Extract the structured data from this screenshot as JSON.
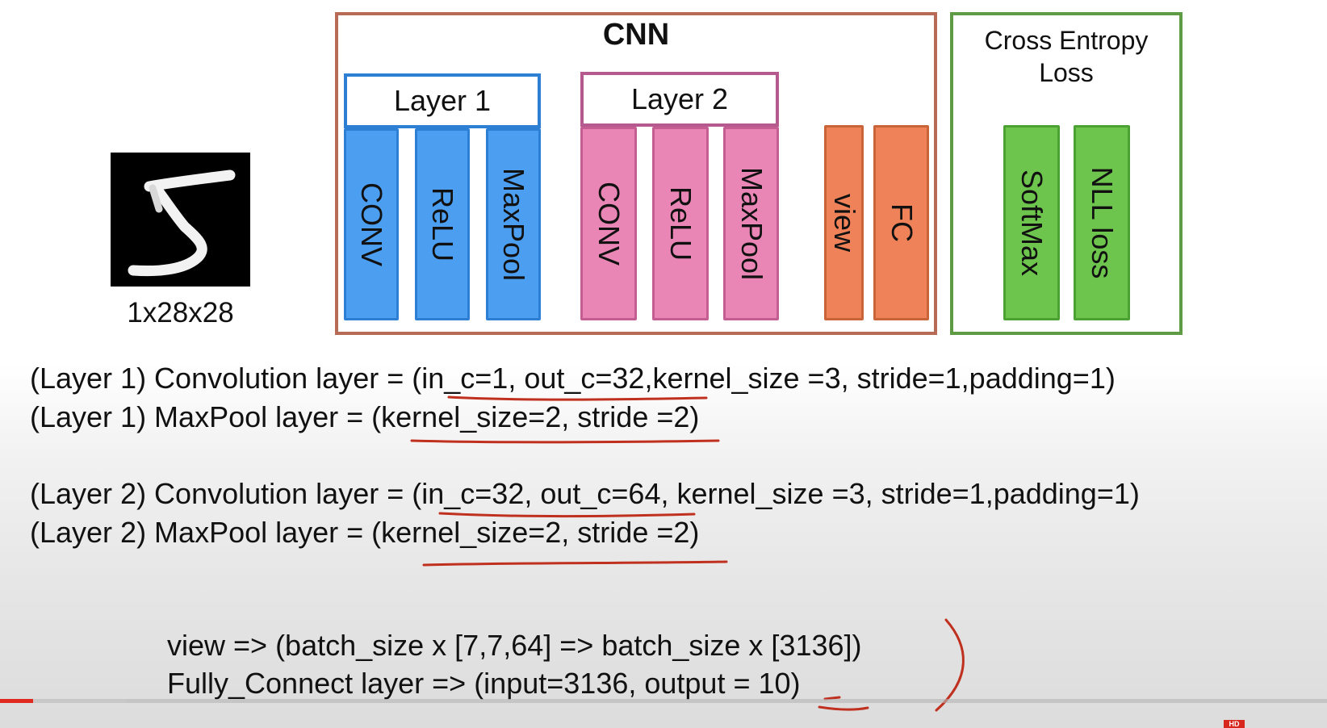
{
  "diagram": {
    "cnn_title": "CNN",
    "loss_title_line1": "Cross Entropy",
    "loss_title_line2": "Loss",
    "layer1": {
      "title": "Layer 1",
      "ops": [
        "CONV",
        "ReLU",
        "MaxPool"
      ]
    },
    "layer2": {
      "title": "Layer 2",
      "ops": [
        "CONV",
        "ReLU",
        "MaxPool"
      ]
    },
    "head_ops": [
      "view",
      "FC"
    ],
    "loss_ops": [
      "SoftMax",
      "NLL loss"
    ],
    "input_label": "1x28x28",
    "colors": {
      "cnn_frame": "#b76a55",
      "loss_frame": "#5f9b45",
      "layer1": "#4b9ef0",
      "layer2": "#ea86b5",
      "head": "#ef8258",
      "loss": "#6ec54d",
      "annotation": "#c0301f"
    }
  },
  "notes": {
    "l1_conv": "(Layer 1) Convolution layer = (in_c=1, out_c=32,kernel_size =3, stride=1,padding=1)",
    "l1_pool": "(Layer 1) MaxPool layer = (kernel_size=2, stride =2)",
    "l2_conv": "(Layer 2) Convolution layer = (in_c=32, out_c=64, kernel_size =3, stride=1,padding=1)",
    "l2_pool": "(Layer 2) MaxPool layer = (kernel_size=2, stride =2)",
    "view": "view => (batch_size x [7,7,64] => batch_size x [3136])",
    "fc": "Fully_Connect layer => (input=3136, output = 10)"
  },
  "player": {
    "played_fraction": 0.025,
    "buffered_fraction": 0.095,
    "quality_badge": "HD"
  }
}
